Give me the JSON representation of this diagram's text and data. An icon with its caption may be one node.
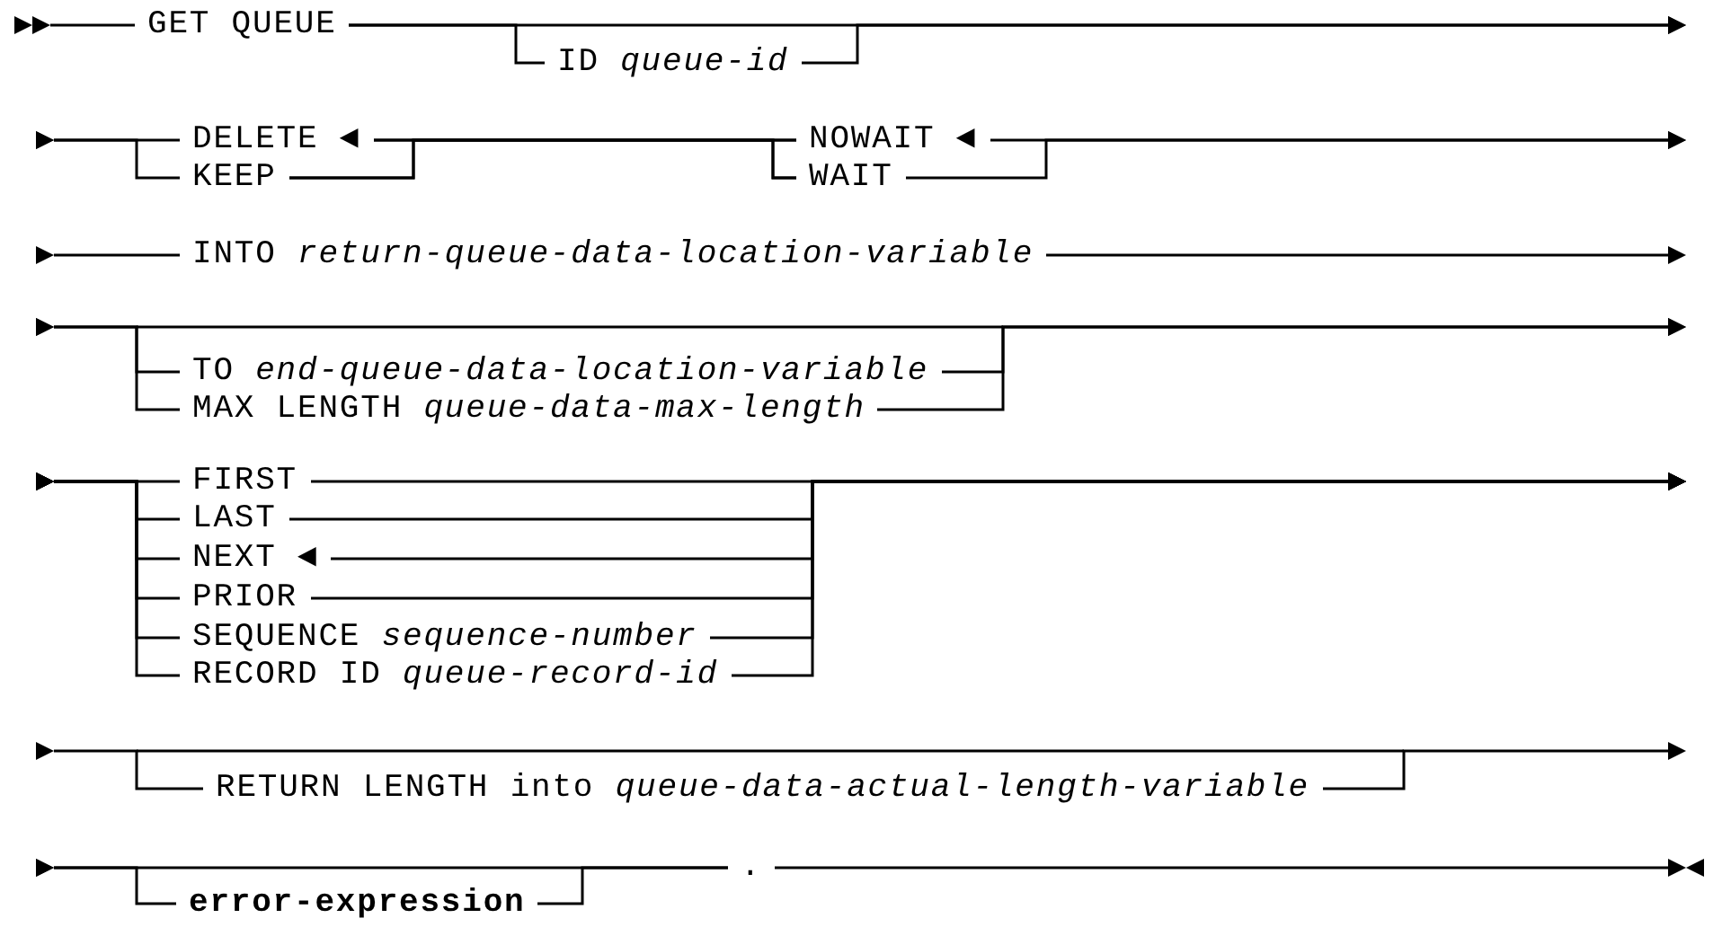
{
  "diagram": {
    "nodes": [
      {
        "text": [
          "GET QUEUE"
        ]
      },
      {
        "text": [
          "ID *queue-id*"
        ]
      },
      {
        "text": [
          "DELETE ◄"
        ]
      },
      {
        "text": [
          "KEEP"
        ]
      },
      {
        "text": [
          "NOWAIT ◄"
        ]
      },
      {
        "text": [
          "WAIT"
        ]
      },
      {
        "text": [
          "INTO *return-queue-data-location-variable*"
        ]
      },
      {
        "text": [
          "TO *end-queue-data-location-variable*"
        ]
      },
      {
        "text": [
          "MAX LENGTH *queue-data-max-length*"
        ]
      },
      {
        "text": [
          "FIRST"
        ]
      },
      {
        "text": [
          "LAST"
        ]
      },
      {
        "text": [
          "NEXT ◄"
        ]
      },
      {
        "text": [
          "PRIOR"
        ]
      },
      {
        "text": [
          "SEQUENCE *sequence-number*"
        ]
      },
      {
        "text": [
          "RECORD ID *queue-record-id*"
        ]
      },
      {
        "text": [
          "RETURN LENGTH into *queue-data-actual-length-variable*"
        ]
      },
      {
        "text": [
          "**error-expression**"
        ]
      },
      {
        "text": [
          "."
        ]
      }
    ],
    "edges": [
      {
        "from": 0,
        "to": null,
        "arrow": "to"
      },
      {
        "from": 0,
        "to": null,
        "arrow": "to"
      },
      {
        "from": 0,
        "to": 1,
        "arrow": "none"
      },
      {
        "from": 1,
        "to": null,
        "arrow": "to"
      },
      {
        "from": 2,
        "to": null,
        "arrow": "to"
      },
      {
        "from": 3,
        "to": null,
        "arrow": "to"
      },
      {
        "from": 2,
        "to": 4,
        "arrow": "none"
      },
      {
        "from": 2,
        "to": 5,
        "arrow": "none"
      },
      {
        "from": 3,
        "to": 4,
        "arrow": "none"
      },
      {
        "from": 3,
        "to": 5,
        "arrow": "none"
      },
      {
        "from": 4,
        "to": null,
        "arrow": "to"
      },
      {
        "from": 5,
        "to": null,
        "arrow": "to"
      },
      {
        "from": 6,
        "to": null,
        "arrow": "to"
      },
      {
        "from": 6,
        "to": null,
        "arrow": "to"
      },
      {
        "from": 7,
        "to": null,
        "arrow": "to"
      },
      {
        "from": 8,
        "to": null,
        "arrow": "to"
      },
      {
        "from": 7,
        "to": null,
        "arrow": "to"
      },
      {
        "from": 8,
        "to": null,
        "arrow": "to"
      },
      {
        "from": 9,
        "to": null,
        "arrow": "to"
      },
      {
        "from": 10,
        "to": null,
        "arrow": "to"
      },
      {
        "from": 11,
        "to": null,
        "arrow": "to"
      },
      {
        "from": 12,
        "to": null,
        "arrow": "to"
      },
      {
        "from": 13,
        "to": null,
        "arrow": "to"
      },
      {
        "from": 14,
        "to": null,
        "arrow": "to"
      },
      {
        "from": 9,
        "to": null,
        "arrow": "to"
      },
      {
        "from": 10,
        "to": null,
        "arrow": "to"
      },
      {
        "from": 11,
        "to": null,
        "arrow": "to"
      },
      {
        "from": 12,
        "to": null,
        "arrow": "to"
      },
      {
        "from": 13,
        "to": null,
        "arrow": "to"
      },
      {
        "from": 14,
        "to": null,
        "arrow": "to"
      },
      {
        "from": 15,
        "to": null,
        "arrow": "to"
      },
      {
        "from": 15,
        "to": null,
        "arrow": "to"
      },
      {
        "from": 16,
        "to": null,
        "arrow": "to"
      },
      {
        "from": 16,
        "to": 17,
        "arrow": "none"
      },
      {
        "from": 17,
        "to": null,
        "arrow": "to"
      },
      {
        "from": 17,
        "to": null,
        "arrow": "to"
      }
    ]
  }
}
